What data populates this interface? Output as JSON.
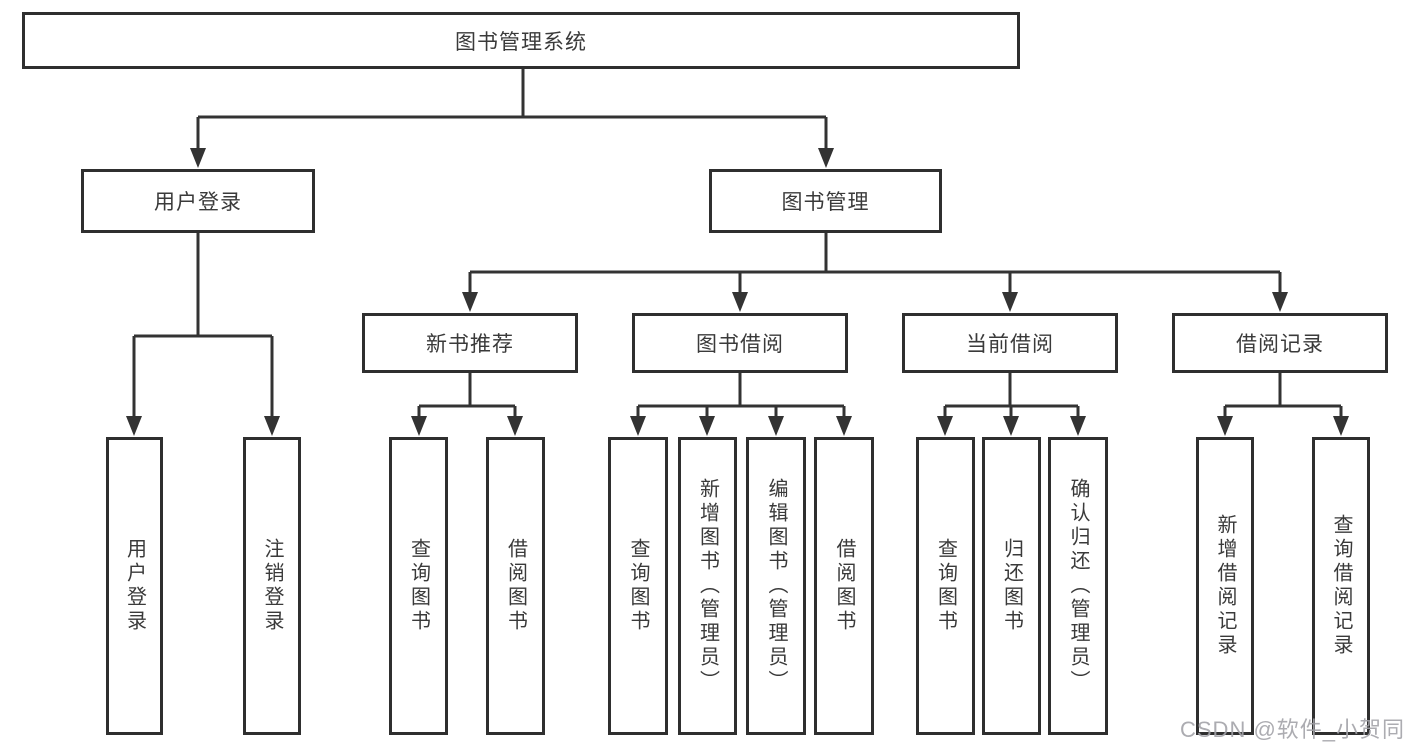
{
  "diagram": {
    "title": "图书管理系统",
    "nodes": {
      "root": "图书管理系统",
      "level2": [
        "用户登录",
        "图书管理"
      ],
      "level3": [
        "新书推荐",
        "图书借阅",
        "当前借阅",
        "借阅记录"
      ],
      "leaves": {
        "user_login": [
          "用户登录",
          "注销登录"
        ],
        "new_books": [
          "查询图书",
          "借阅图书"
        ],
        "book_borrow": [
          "查询图书",
          "新增图书（管理员）",
          "编辑图书（管理员）",
          "借阅图书"
        ],
        "current_borrow": [
          "查询图书",
          "归还图书",
          "确认归还（管理员）"
        ],
        "borrow_records": [
          "新增借阅记录",
          "查询借阅记录"
        ]
      }
    },
    "colors": {
      "line": "#333333",
      "box_border": "#2f2f2f",
      "text": "#3a3a3a",
      "background": "#ffffff",
      "watermark": "#a3a3a8"
    },
    "watermark": "CSDN @软件_小贺同学"
  }
}
